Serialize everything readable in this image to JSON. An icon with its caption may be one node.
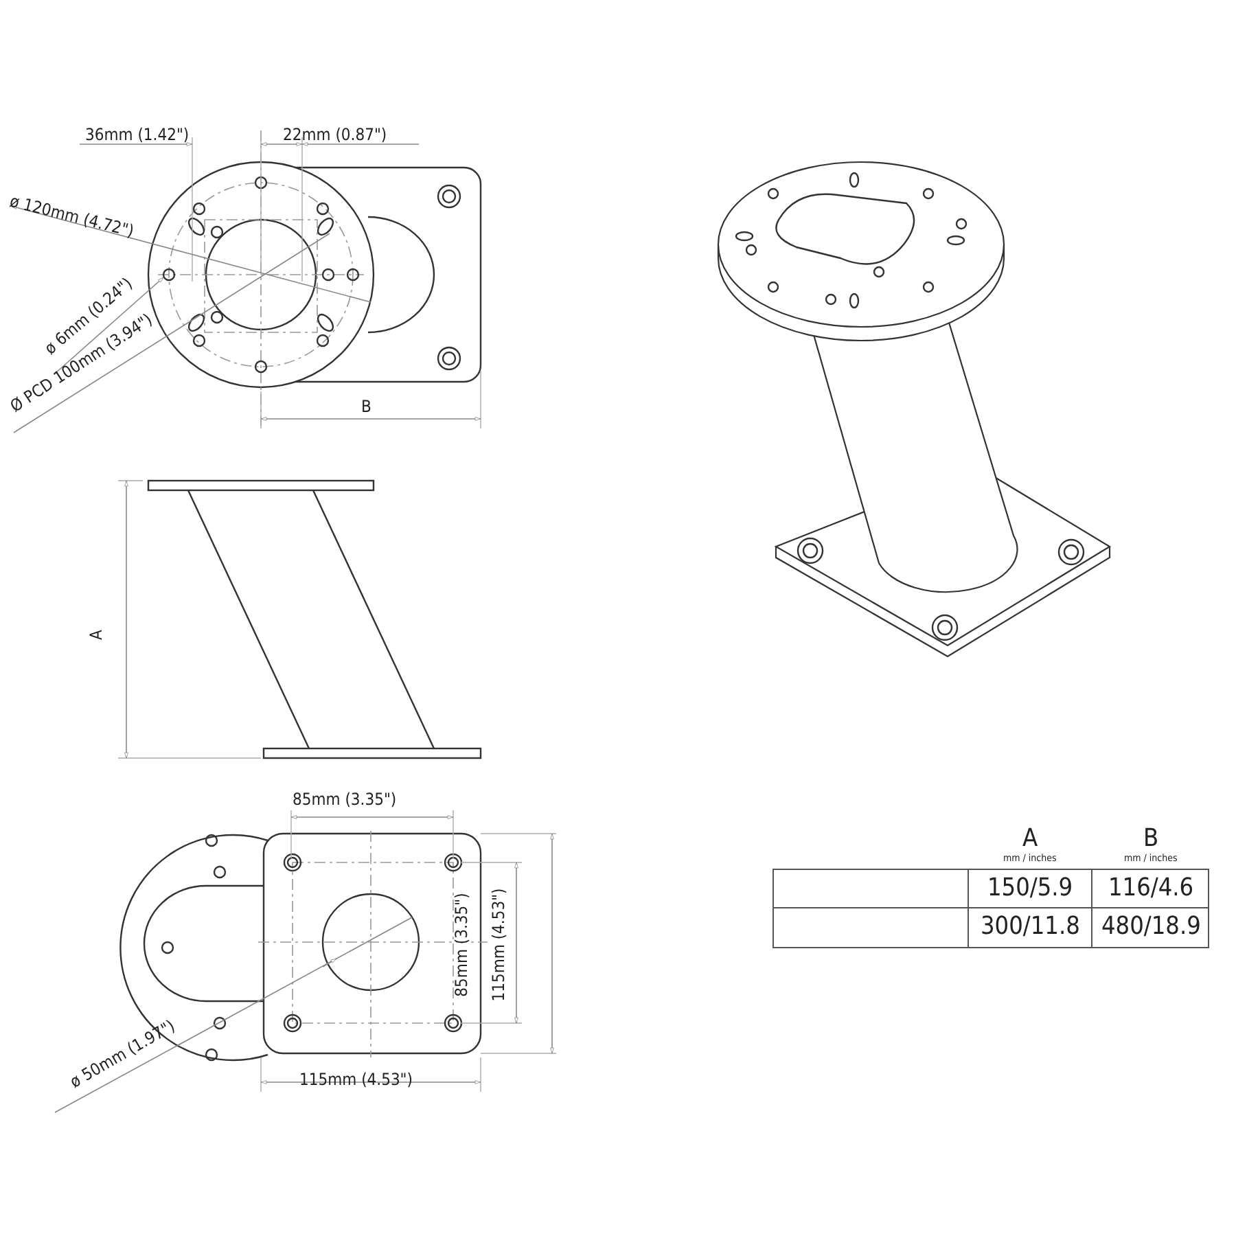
{
  "diagram": {
    "labels": [
      "36mm (1.42\")",
      "22mm (0.87\")",
      "ø 120mm (4.72\")",
      "ø 6mm (0.24\")",
      "Ø PCD 100mm (3.94\")",
      "B",
      "A",
      "85mm (3.35\")",
      "85mm (3.35\")",
      "115mm (4.53\")",
      "ø 50mm (1.97\")",
      "115mm (4.53\")",
      "A",
      "mm / inches",
      "B",
      "mm / inches",
      "150/5.9",
      "116/4.6",
      "300/11.8",
      "480/18.9"
    ]
  }
}
